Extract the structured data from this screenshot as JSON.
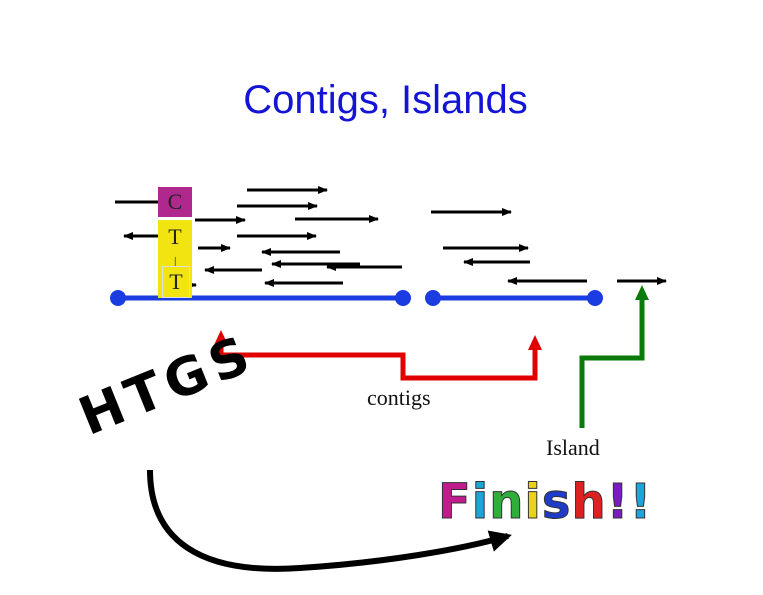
{
  "title": "Contigs, Islands",
  "boxes": {
    "c": "C",
    "t1": "T",
    "t2": "T",
    "sep": "|"
  },
  "labels": {
    "contigs": "contigs",
    "island": "Island"
  },
  "wordart": {
    "htgs": "HTGS",
    "finish": "Finish!!",
    "finish_colors": [
      "#c01c8c",
      "#1aa6d8",
      "#2fae3a",
      "#e8d21a",
      "#1e3cc8",
      "#e02020",
      "#7a1cc0",
      "#1aa6d8"
    ]
  },
  "colors": {
    "title": "#1414d6",
    "contig_line": "#1a3ce0",
    "bracket_red": "#e00000",
    "bracket_green": "#0a7a0a",
    "box_c": "#b0288e",
    "box_t": "#f2e411"
  }
}
